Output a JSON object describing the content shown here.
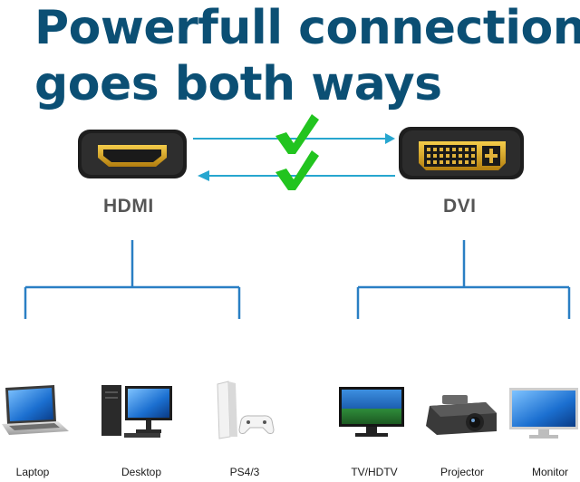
{
  "headline": {
    "line1": "Powerfull connection",
    "line2": "goes both ways"
  },
  "ports": {
    "left": "HDMI",
    "right": "DVI"
  },
  "devices": {
    "laptop": "Laptop",
    "desktop": "Desktop",
    "ps4": "PS4/3",
    "tv": "TV/HDTV",
    "projector": "Projector",
    "monitor": "Monitor"
  },
  "colors": {
    "headline": "#0b4f74",
    "tree_lines": "#2a7fc4",
    "arrows": "#27a6cf",
    "check": "#22c41f",
    "dvi_pins": "#d4a01a"
  },
  "icons": [
    "hdmi-port-icon",
    "dvi-port-icon",
    "check-icon",
    "laptop-icon",
    "desktop-icon",
    "ps4-icon",
    "tv-icon",
    "projector-icon",
    "monitor-icon"
  ]
}
